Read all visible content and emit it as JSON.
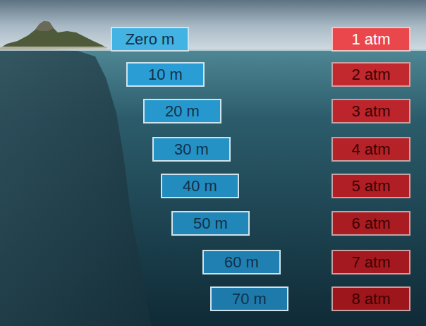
{
  "diagram": {
    "nodes": [
      {
        "text": [
          "Zero m"
        ]
      },
      {
        "text": [
          "1 atm"
        ]
      },
      {
        "text": [
          "10 m"
        ]
      },
      {
        "text": [
          "2 atm"
        ]
      },
      {
        "text": [
          "20 m"
        ]
      },
      {
        "text": [
          "3 atm"
        ]
      },
      {
        "text": [
          "30 m"
        ]
      },
      {
        "text": [
          "4 atm"
        ]
      },
      {
        "text": [
          "40 m"
        ]
      },
      {
        "text": [
          "5 atm"
        ]
      },
      {
        "text": [
          "50 m"
        ]
      },
      {
        "text": [
          "6 atm"
        ]
      },
      {
        "text": [
          "60 m"
        ]
      },
      {
        "text": [
          "7 atm"
        ]
      },
      {
        "text": [
          "70 m"
        ]
      },
      {
        "text": [
          "8 atm"
        ]
      }
    ]
  }
}
